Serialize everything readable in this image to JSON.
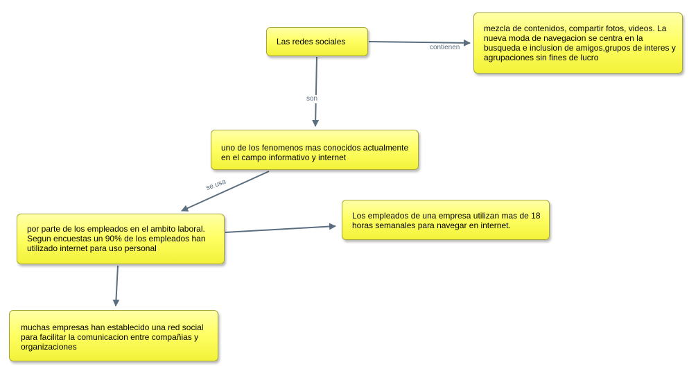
{
  "concepts": {
    "redes": "Las redes sociales",
    "contenidos": "mezcla de contenidos, compartir fotos, videos. La nueva moda de navegacion se centra en la busqueda e inclusion de amigos,grupos de interes y agrupaciones sin fines de lucro",
    "fenomenos": "uno de los fenomenos mas conocidos actualmente en el campo informativo y internet",
    "empleados": "por parte de los empleados en el ambito laboral. Segun encuestas un 90%  de los empleados han utilizado internet para uso personal",
    "horas": "Los empleados de una empresa utilizan mas de 18 horas semanales para navegar en internet.",
    "empresas": "muchas empresas han establecido una red social para facilitar la comunicacion entre compañias y organizaciones"
  },
  "links": {
    "contienen": "contienen",
    "son": "son",
    "se_usa": "se usa"
  },
  "colors": {
    "node_fill": "#ffff66",
    "node_border": "#a6a63a",
    "link": "#5a6e80",
    "label": "#5b6b7b"
  }
}
